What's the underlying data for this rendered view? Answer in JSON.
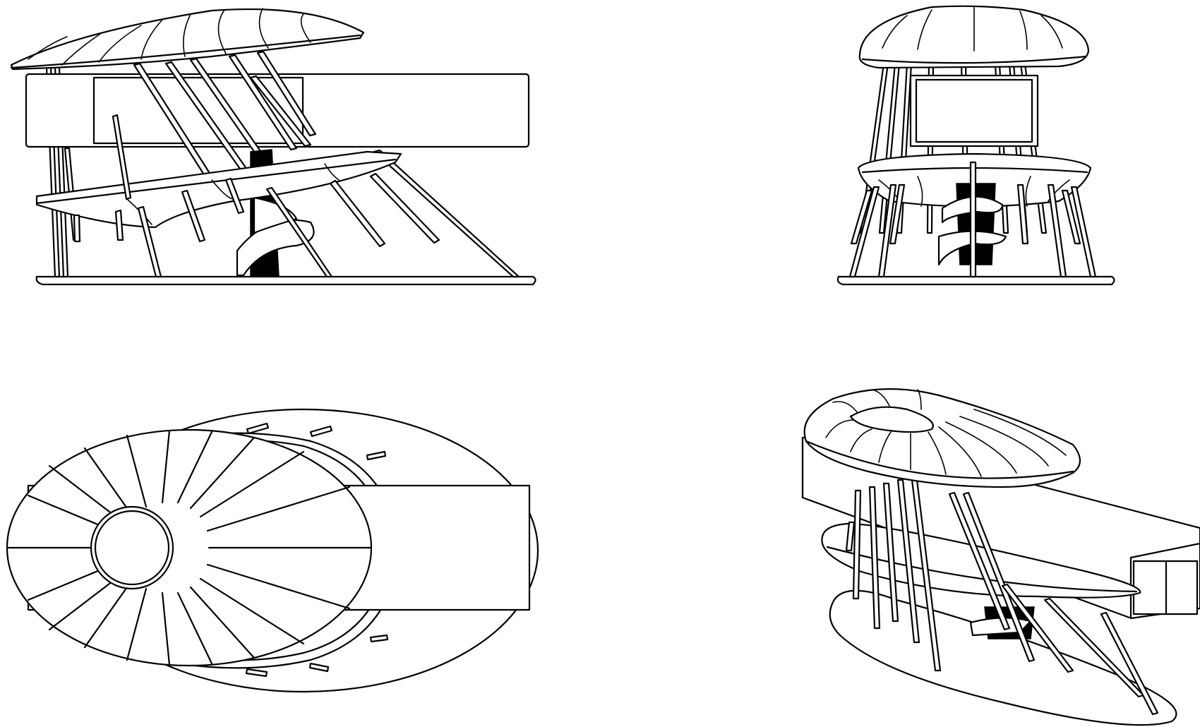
{
  "drawing": {
    "views": [
      {
        "id": "side-elevation"
      },
      {
        "id": "front-elevation"
      },
      {
        "id": "top-plan"
      },
      {
        "id": "isometric"
      }
    ],
    "colors": {
      "line": "#000000",
      "background": "#ffffff"
    }
  }
}
